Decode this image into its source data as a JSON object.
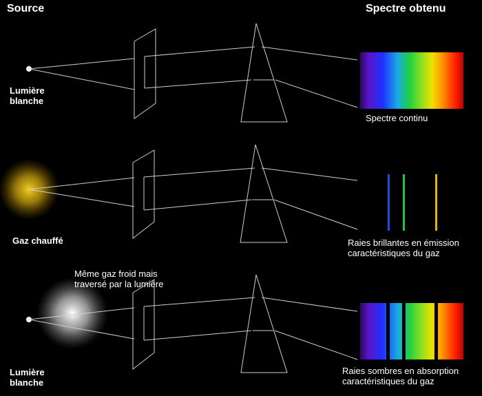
{
  "headers": {
    "source": "Source",
    "spectrum": "Spectre obtenu"
  },
  "rows": [
    {
      "source_label": [
        "Lumière",
        "blanche"
      ],
      "spectrum_caption": [
        "Spectre continu"
      ]
    },
    {
      "source_label": [
        "Gaz chauffé"
      ],
      "spectrum_caption": [
        "Raies brillantes en émission",
        "caractéristiques du gaz"
      ]
    },
    {
      "source_label": [
        "Lumière",
        "blanche"
      ],
      "gas_note": [
        "Même gaz froid mais",
        "traversé par la lumière"
      ],
      "spectrum_caption": [
        "Raies sombres en absorption",
        "caractéristiques du gaz"
      ]
    }
  ],
  "colors": {
    "emission_lines": [
      "#1f4fe0",
      "#1fc83a",
      "#e8b400"
    ],
    "heated_gas_glow": "#e8c020",
    "cold_gas_glow": "#ffffff",
    "beam": "#cfcfcf"
  }
}
